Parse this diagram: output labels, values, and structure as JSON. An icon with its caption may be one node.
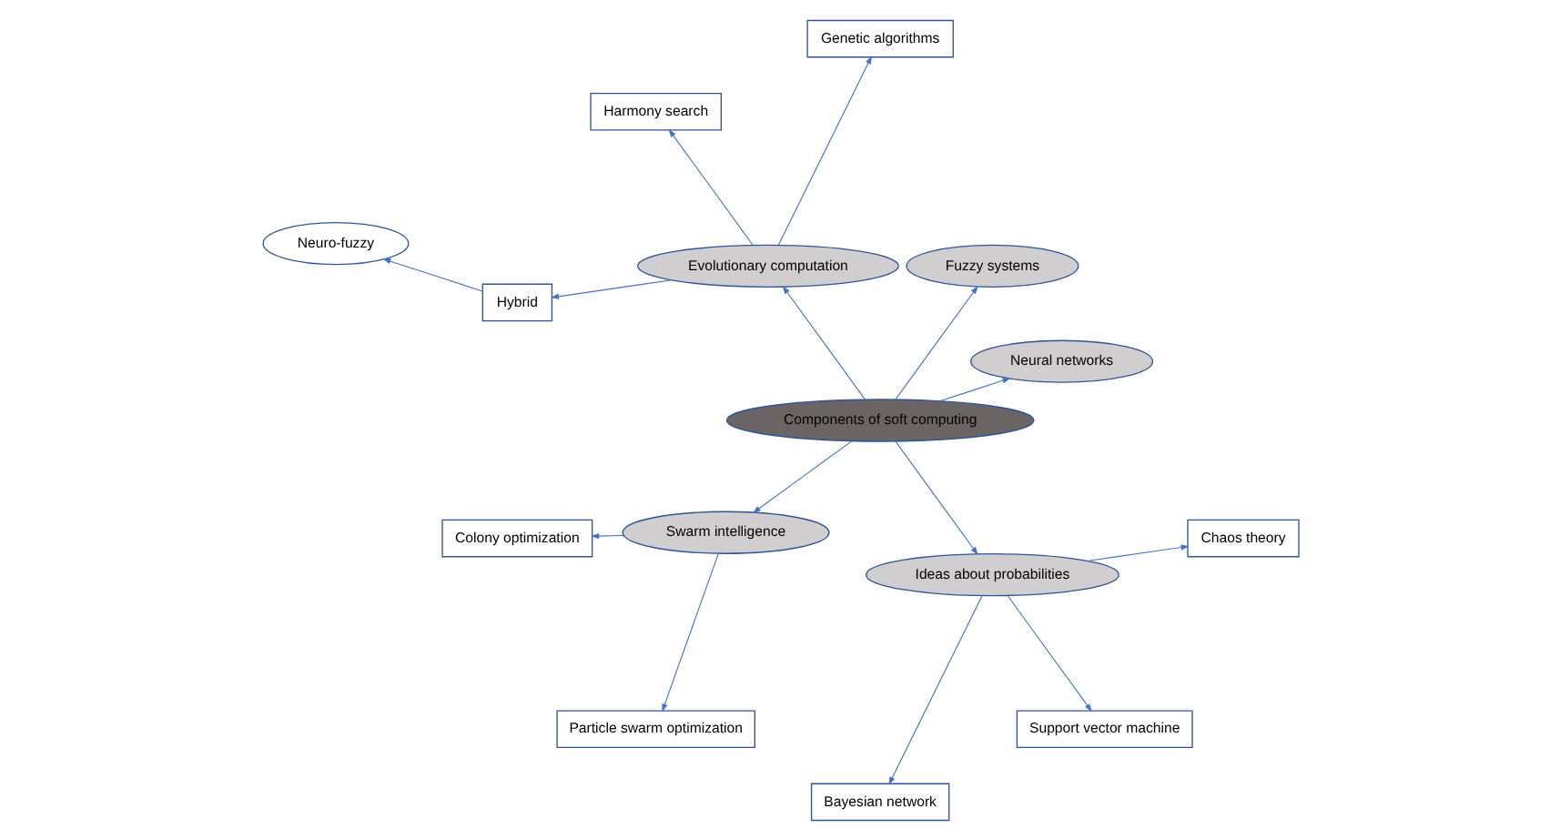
{
  "diagram": {
    "nodes": [
      {
        "text": [
          "Components of soft computing"
        ]
      },
      {
        "text": [
          "Neural networks"
        ]
      },
      {
        "text": [
          "Fuzzy systems"
        ]
      },
      {
        "text": [
          "Evolutionary computation"
        ]
      },
      {
        "text": [
          "Genetic algorithms"
        ]
      },
      {
        "text": [
          "Harmony search"
        ]
      },
      {
        "text": [
          "Hybrid"
        ]
      },
      {
        "text": [
          "Neuro-fuzzy"
        ]
      },
      {
        "text": [
          "Swarm intelligence"
        ]
      },
      {
        "text": [
          "Colony optimization"
        ]
      },
      {
        "text": [
          "Particle swarm optimization"
        ]
      },
      {
        "text": [
          "Ideas about probabilities"
        ]
      },
      {
        "text": [
          "Bayesian network"
        ]
      },
      {
        "text": [
          "Support vector machine"
        ]
      },
      {
        "text": [
          "Chaos theory"
        ]
      }
    ],
    "edges": [
      {
        "from": 0,
        "to": 1,
        "arrow": "to"
      },
      {
        "from": 0,
        "to": 2,
        "arrow": "to"
      },
      {
        "from": 0,
        "to": 3,
        "arrow": "to"
      },
      {
        "from": 3,
        "to": 4,
        "arrow": "to"
      },
      {
        "from": 3,
        "to": 5,
        "arrow": "to"
      },
      {
        "from": 3,
        "to": 6,
        "arrow": "to"
      },
      {
        "from": 6,
        "to": 7,
        "arrow": "to"
      },
      {
        "from": 0,
        "to": 8,
        "arrow": "to"
      },
      {
        "from": 8,
        "to": 9,
        "arrow": "to"
      },
      {
        "from": 8,
        "to": 10,
        "arrow": "to"
      },
      {
        "from": 0,
        "to": 11,
        "arrow": "to"
      },
      {
        "from": 11,
        "to": 12,
        "arrow": "to"
      },
      {
        "from": 11,
        "to": 13,
        "arrow": "to"
      },
      {
        "from": 11,
        "to": 14,
        "arrow": "to"
      }
    ]
  }
}
